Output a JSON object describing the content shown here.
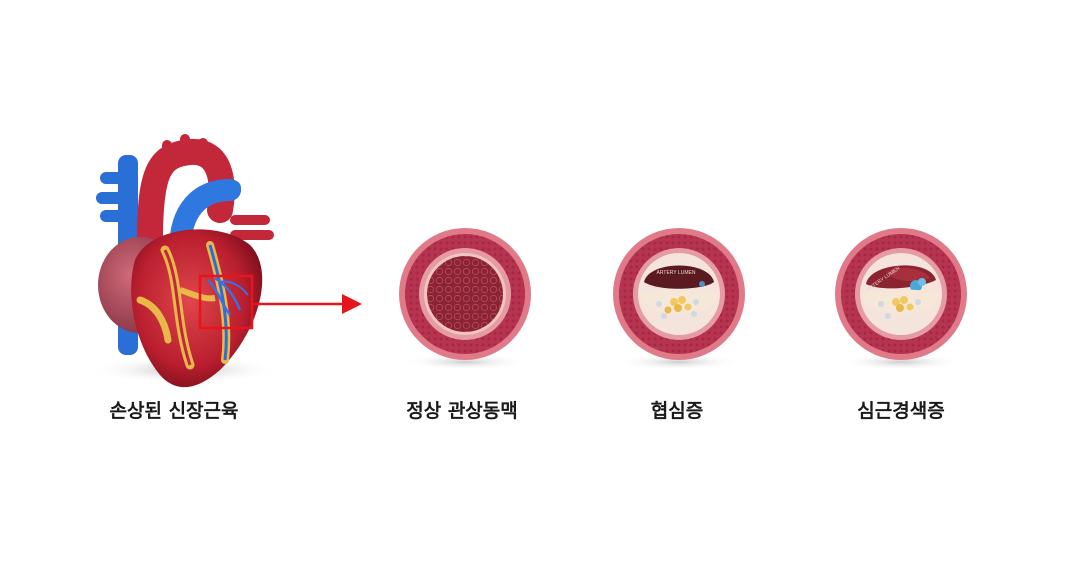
{
  "labels": {
    "heart": "손상된 신장근육",
    "normal": "정상 관상동맥",
    "angina": "협심증",
    "infarction": "심근경색증"
  },
  "vessel_text": {
    "angina_lumen": "ARTERY LUMEN",
    "infarction_lumen": "ARTERY LUMEN"
  },
  "colors": {
    "highlight": "#e8141b",
    "artery_red": "#c2283a",
    "vein_blue": "#2a6fd6",
    "vessel_wall": "#b5344f",
    "vessel_rim": "#e07a88",
    "plaque": "#f2c860"
  }
}
